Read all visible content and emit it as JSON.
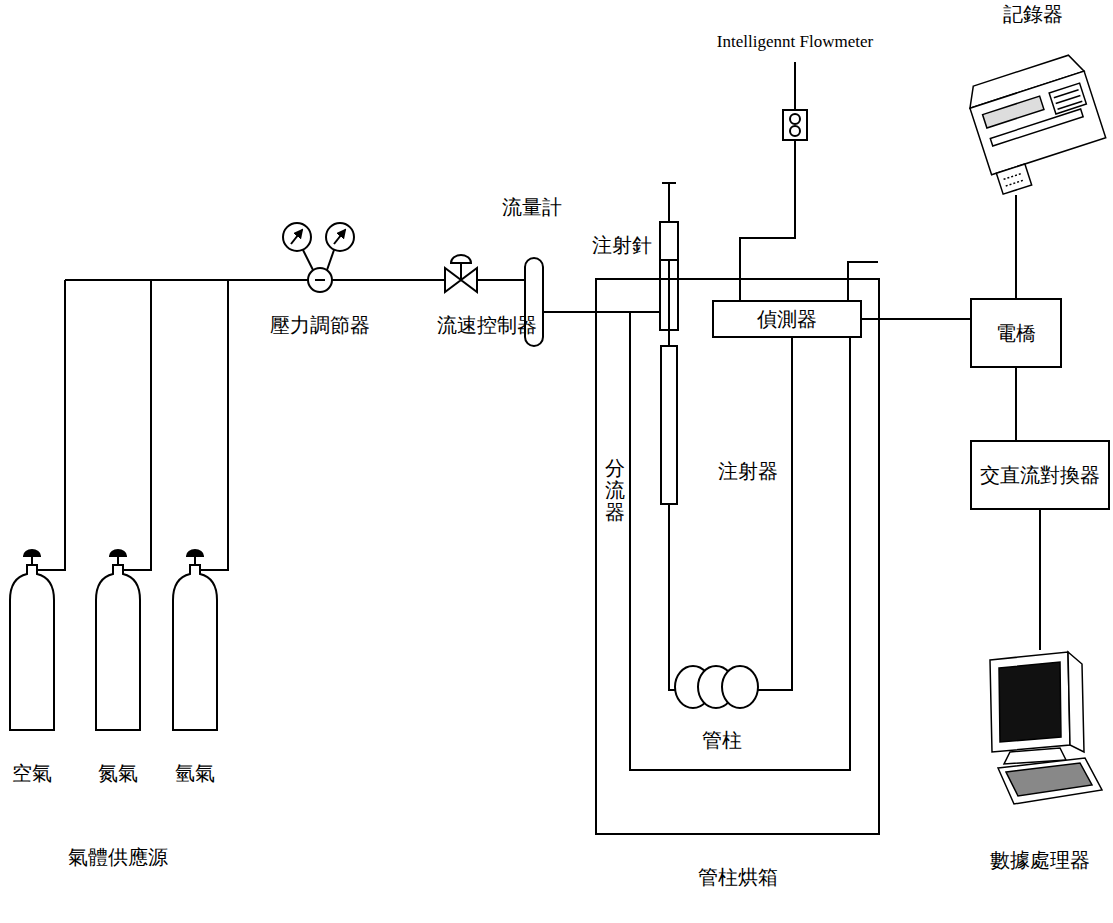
{
  "diagram": {
    "nodes": [
      {
        "text": [
          "管柱烘箱"
        ]
      },
      {
        "text": [
          "注射器"
        ],
        "in": 0
      },
      {
        "text": [
          "偵測器"
        ]
      },
      {
        "text": [
          "記錄器"
        ]
      },
      {
        "text": [
          "電橋"
        ]
      },
      {
        "text": [
          "交直流對換器"
        ]
      },
      {
        "text": [
          "數據處理器"
        ]
      }
    ],
    "edges": [
      {
        "from": 2,
        "to": 4,
        "arrow": "none"
      },
      {
        "from": 4,
        "to": 3,
        "arrow": "none"
      },
      {
        "from": 4,
        "to": 5,
        "arrow": "none"
      },
      {
        "from": 5,
        "to": 6,
        "arrow": "none"
      }
    ],
    "labels": [
      "Intelligennt Flowmeter",
      "注射針",
      "流量計",
      "分流器",
      "管柱",
      "壓力調節器",
      "流速控制器",
      "空氣",
      "氮氣",
      "氫氣",
      "氣體供應源"
    ]
  }
}
